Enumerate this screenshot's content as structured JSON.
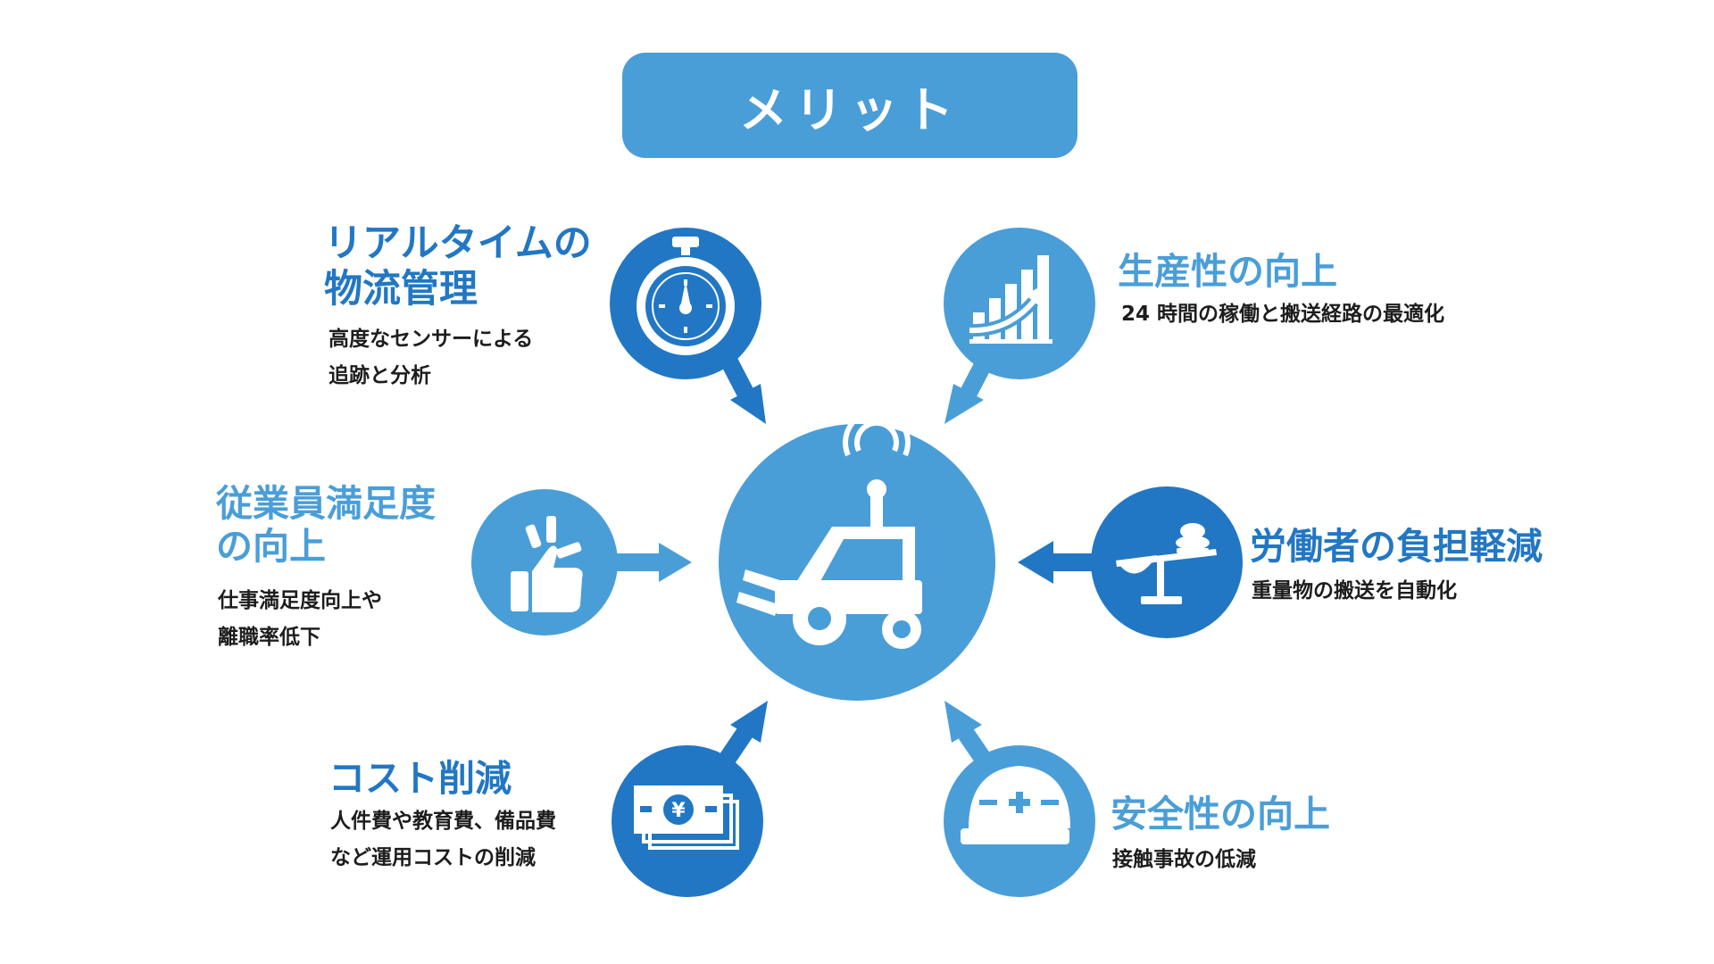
{
  "title": "メリット",
  "colors": {
    "dark_blue": "#2277c4",
    "light_blue": "#4a9ed8",
    "text": "#1d1d1d"
  },
  "center": {
    "icon": "robot-forklift-icon"
  },
  "benefits": [
    {
      "id": "realtime",
      "icon": "stopwatch-icon",
      "heading": [
        "リアルタイムの",
        "物流管理"
      ],
      "desc": [
        "高度なセンサーによる",
        "追跡と分析"
      ]
    },
    {
      "id": "productivity",
      "icon": "growth-chart-icon",
      "heading": [
        "生産性の向上"
      ],
      "desc": [
        "24 時間の稼働と搬送経路の最適化"
      ]
    },
    {
      "id": "satisfaction",
      "icon": "thumbs-up-icon",
      "heading": [
        "従業員満足度",
        "の向上"
      ],
      "desc": [
        "仕事満足度向上や",
        "離職率低下"
      ]
    },
    {
      "id": "workload",
      "icon": "balance-scale-icon",
      "heading": [
        "労働者の負担軽減"
      ],
      "desc": [
        "重量物の搬送を自動化"
      ]
    },
    {
      "id": "cost",
      "icon": "yen-banknotes-icon",
      "heading": [
        "コスト削減"
      ],
      "desc": [
        "人件費や教育費、備品費",
        "など運用コストの削減"
      ]
    },
    {
      "id": "safety",
      "icon": "safety-helmet-icon",
      "heading": [
        "安全性の向上"
      ],
      "desc": [
        "接触事故の低減"
      ]
    }
  ]
}
